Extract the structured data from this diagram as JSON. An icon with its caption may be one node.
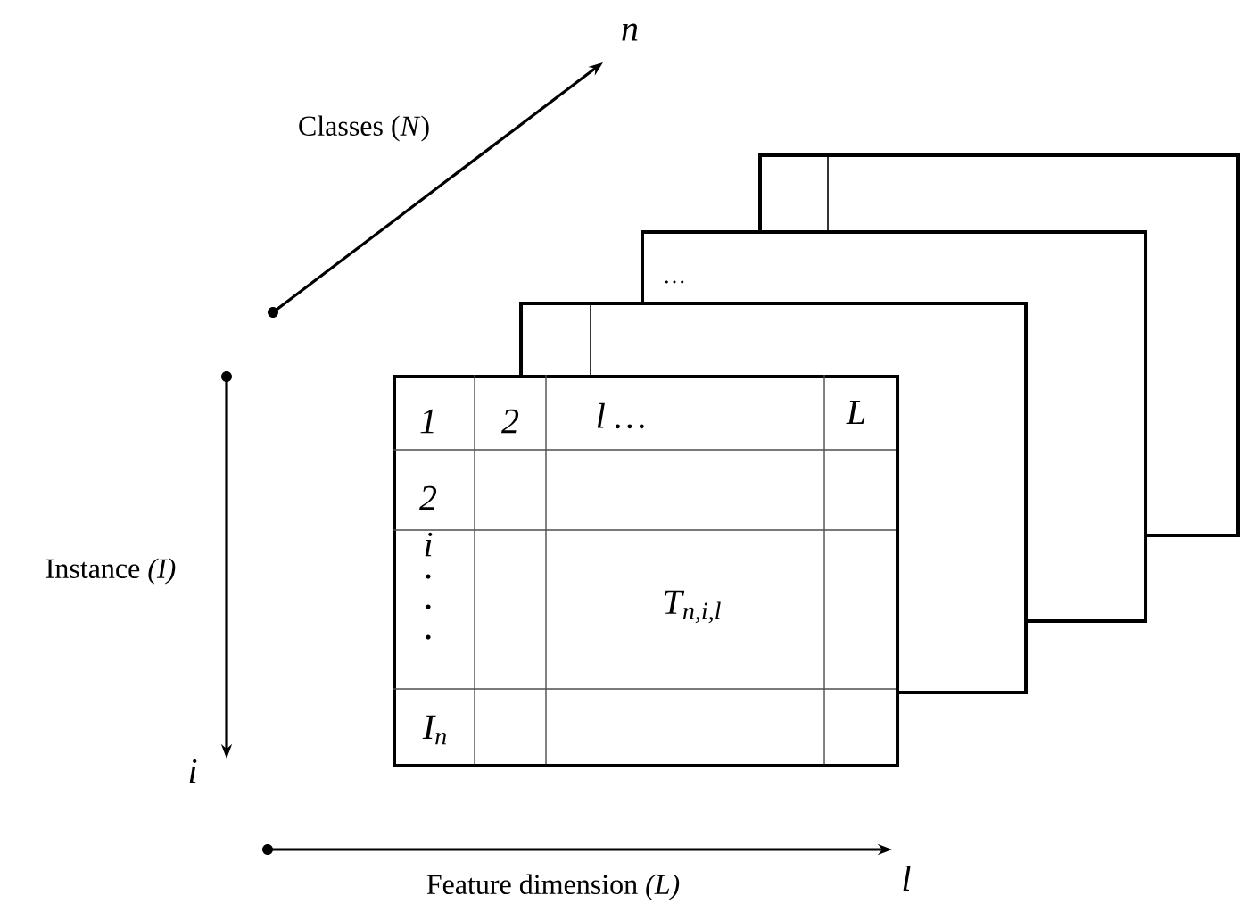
{
  "diagram": {
    "nodes": [
      {
        "text": [],
        "shape": "box"
      },
      {
        "text": [
          "…"
        ]
      },
      {
        "text": [],
        "shape": "box"
      },
      {
        "text": [
          "1",
          "2",
          "l …",
          "L",
          "2",
          "i",
          "T$_{n,i,l}$",
          "I$_{n}$"
        ]
      }
    ],
    "labels": [
      "n",
      "Classes (*N*)",
      "Instance *(I)*",
      "i",
      "Feature dimension *(L)*",
      "l"
    ]
  }
}
